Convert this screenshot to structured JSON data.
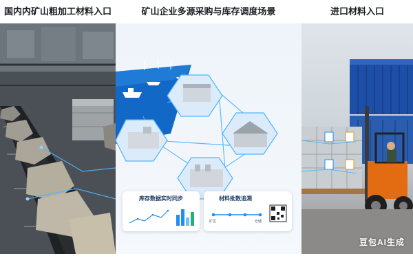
{
  "titles": {
    "left": "国内内矿山粗加工材料入口",
    "middle": "矿山企业多源采购与库存调度场景",
    "right": "进口材料入口"
  },
  "cards": {
    "sync_label": "库存数据实时同步",
    "trace_label": "材料批数追溯",
    "trace_start": "矿区",
    "trace_end": "仓储"
  },
  "watermark": "豆包AI生成",
  "colors": {
    "accent": "#1e8ef0",
    "network_line": "#4fb4ff",
    "sea": "#1168c7",
    "container": "#1d4fa8",
    "forklift": "#e36b12"
  },
  "icons": [
    "conveyor-rocks",
    "warehouse-icon",
    "factory-icon",
    "ship-icon",
    "qr-code-icon",
    "forklift-icon",
    "shipping-container-icon"
  ]
}
